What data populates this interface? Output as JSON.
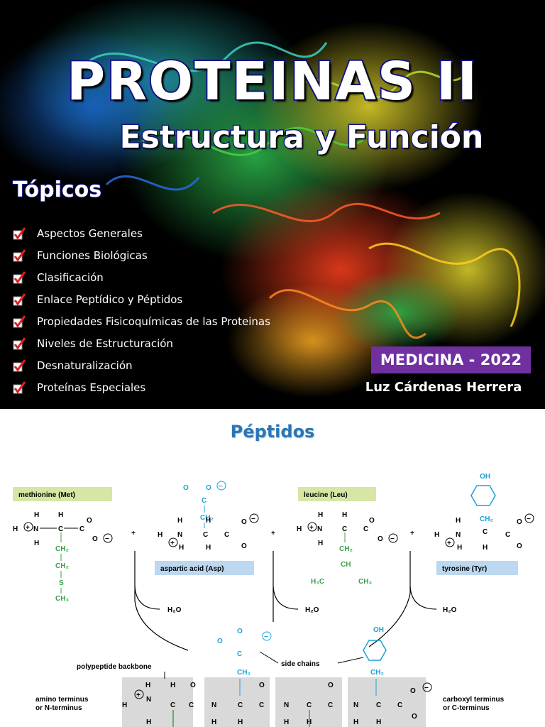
{
  "slide1": {
    "title": "PROTEINAS II",
    "subtitle": "Estructura y Función",
    "topics_heading": "Tópicos",
    "topics": [
      "Aspectos Generales",
      "Funciones Biológicas",
      "Clasificación",
      "Enlace Peptídico y Péptidos",
      "Propiedades Fisicoquímicas de las Proteinas",
      "Niveles de Estructuración",
      "Desnaturalización",
      "Proteínas Especiales"
    ],
    "course_badge": "MEDICINA - 2022",
    "author": "Luz Cárdenas Herrera",
    "colors": {
      "badge": "#7030a0",
      "title_outline": "#14148a",
      "check": "#e02020"
    },
    "check_icon": "red-checkmark-icon"
  },
  "slide2": {
    "title": "Péptidos",
    "amino_acids": [
      {
        "name": "methionine (Met)"
      },
      {
        "name": "aspartic acid (Asp)"
      },
      {
        "name": "leucine (Leu)"
      },
      {
        "name": "tyrosine (Tyr)"
      }
    ],
    "water": "H₂O",
    "labels": {
      "backbone": "polypeptide backbone",
      "side_chains": "side chains",
      "amino_terminus": "amino terminus",
      "amino_terminus_alt": "or N-terminus",
      "carboxyl_terminus": "carboxyl terminus",
      "carboxyl_terminus_alt": "or C-terminus"
    },
    "colors": {
      "label_bg": "#d6e6a5",
      "label_bg_blue": "#bcd8f0",
      "blue": "#1aa1d8",
      "green": "#3aa04a",
      "backbone_bg": "#d9d9d9"
    }
  }
}
